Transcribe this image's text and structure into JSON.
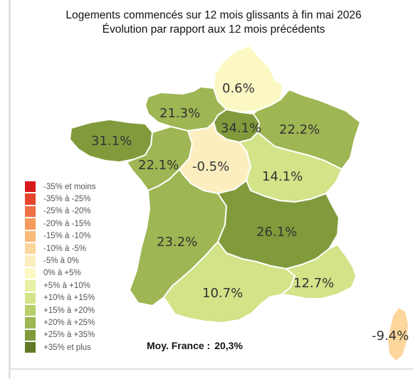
{
  "title": {
    "line1": "Logements commencés sur 12 mois glissants à fin mai 2026",
    "line2": "Évolution par rapport aux 12 mois précédents"
  },
  "legend": [
    {
      "label": "-35% et moins",
      "color": "#d7191c"
    },
    {
      "label": "-35% à -25%",
      "color": "#e4452c"
    },
    {
      "label": "-25% à -20%",
      "color": "#ef7045"
    },
    {
      "label": "-20% à -15%",
      "color": "#f59a5e"
    },
    {
      "label": "-15% à -10%",
      "color": "#f9ba7b"
    },
    {
      "label": "-10% à -5%",
      "color": "#fcd69b"
    },
    {
      "label": "-5% à 0%",
      "color": "#fdeebf"
    },
    {
      "label": "0% à +5%",
      "color": "#fbf8c4"
    },
    {
      "label": "+5% à +10%",
      "color": "#e8f0a3"
    },
    {
      "label": "+10% à +15%",
      "color": "#d2e388"
    },
    {
      "label": "+15% à +20%",
      "color": "#b7d06b"
    },
    {
      "label": "+20% à +25%",
      "color": "#9eb653"
    },
    {
      "label": "+25% à +35%",
      "color": "#819b3c"
    },
    {
      "label": "+35% et plus",
      "color": "#637928"
    }
  ],
  "regions": [
    {
      "id": "hauts-de-france",
      "value": "0.6%",
      "color": "#fbf8c4"
    },
    {
      "id": "normandie",
      "value": "21.3%",
      "color": "#9eb653"
    },
    {
      "id": "ile-de-france",
      "value": "34.1%",
      "color": "#819b3c"
    },
    {
      "id": "grand-est",
      "value": "22.2%",
      "color": "#9eb653"
    },
    {
      "id": "bretagne",
      "value": "31.1%",
      "color": "#819b3c"
    },
    {
      "id": "pays-de-la-loire",
      "value": "22.1%",
      "color": "#9eb653"
    },
    {
      "id": "centre-val-de-loire",
      "value": "-0.5%",
      "color": "#fdeebf"
    },
    {
      "id": "bourgogne-franche-comte",
      "value": "14.1%",
      "color": "#d2e388"
    },
    {
      "id": "nouvelle-aquitaine",
      "value": "23.2%",
      "color": "#9eb653"
    },
    {
      "id": "auvergne-rhone-alpes",
      "value": "26.1%",
      "color": "#819b3c"
    },
    {
      "id": "occitanie",
      "value": "10.7%",
      "color": "#d2e388"
    },
    {
      "id": "provence-alpes-cote-dazur",
      "value": "12.7%",
      "color": "#d2e388"
    },
    {
      "id": "corse",
      "value": "-9.4%",
      "color": "#fcd69b"
    }
  ],
  "average": {
    "label": "Moy. France :",
    "value": "20,3%"
  }
}
